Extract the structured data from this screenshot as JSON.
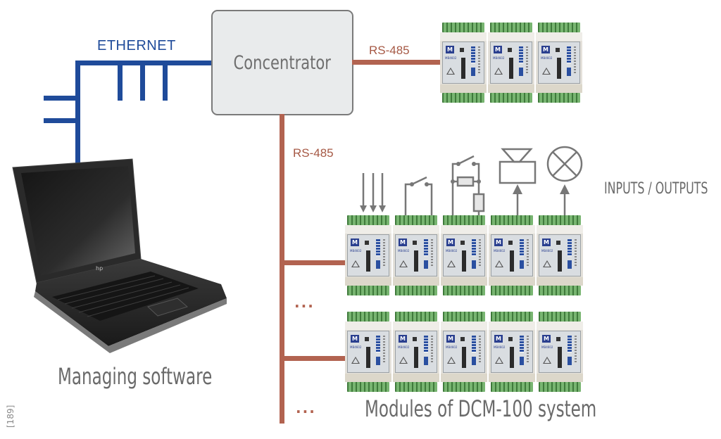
{
  "network": {
    "ethernet_label": "ETHERNET",
    "rs485_label_top": "RS-485",
    "rs485_label_side": "RS-485",
    "ethernet_color": "#1f4b9a",
    "rs485_color": "#b26350",
    "continuation_mark_1": "...",
    "continuation_mark_2": "..."
  },
  "concentrator": {
    "label": "Concentrator"
  },
  "laptop": {
    "caption": "Managing software"
  },
  "modules": {
    "caption": "Modules of DCM-100 system",
    "logo_glyph": "M",
    "model_text": "MB4602",
    "rows": [
      {
        "name": "top-row",
        "count": 3
      },
      {
        "name": "middle-row",
        "count": 5
      },
      {
        "name": "bottom-row",
        "count": 5
      }
    ]
  },
  "io": {
    "label": "INPUTS / OUTPUTS",
    "symbols": [
      "input-arrows",
      "switch",
      "switch-with-resistors",
      "siren",
      "lamp"
    ]
  },
  "figure_ref": "[189]"
}
